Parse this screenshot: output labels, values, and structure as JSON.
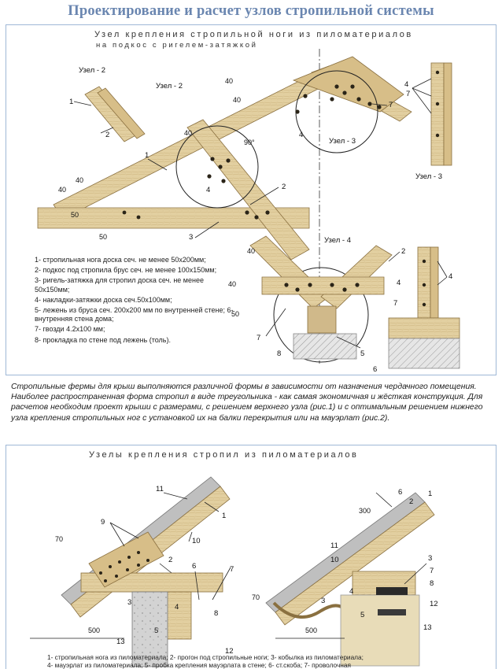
{
  "page_title": "Проектирование и расчет узлов стропильной системы",
  "top_panel": {
    "heading_line1": "Узел крепления стропильной ноги из пиломатериалов",
    "heading_line2": "на подкос с ригелем-затяжкой",
    "node_labels": [
      "Узел - 2",
      "Узел - 2",
      "Узел - 3",
      "Узел - 3",
      "Узел - 4"
    ],
    "dimensions": [
      "40",
      "40",
      "40",
      "40",
      "50",
      "50",
      "40",
      "40",
      "40",
      "50",
      "90°"
    ],
    "callout_numbers": [
      "1",
      "2",
      "3",
      "4",
      "5",
      "6",
      "7",
      "8"
    ],
    "legend": [
      "1- стропильная нога доска сеч. не менее 50х200мм;",
      "2- подкос под стропила брус сеч. не менее 100х150мм;",
      "3- ригель-затяжка для стропил доска сеч. не менее 50х150мм;",
      "4- накладки-затяжки доска сеч.50х100мм;",
      "5- лежень из бруса сеч. 200х200 мм по внутренней стене; 6- внутренняя стена дома;",
      "7- гвозди 4.2х100 мм;",
      "8- прокладка по стене под лежень (толь)."
    ]
  },
  "intro_text": "Стропильные фермы для крыш выполняются различной формы в зависимости от назначения чердачного помещения. Наиболее распространенная форма стропил в виде треугольника - как самая экономичная и жёсткая конструкция. Для расчетов необходим проект крыши с размерами, с решением верхнего узла (рис.1) и с оптимальным решением нижнего узла крепления стропильных ног с установкой их на балки перекрытия или на мауэрлат (рис.2).",
  "bottom_panel": {
    "heading": "Узелы крепления стропил из пиломатериалов",
    "dimensions": [
      "70",
      "500",
      "300",
      "70",
      "500"
    ],
    "callout_numbers": [
      "1",
      "2",
      "3",
      "4",
      "5",
      "6",
      "7",
      "8",
      "9",
      "10",
      "11",
      "12",
      "13"
    ],
    "legend_line1": "1- стропильная нога из пиломатериала;  2- прогон под стропильные ноги;  3- кобылка из пиломатериала;",
    "legend_line2": "4- мауэрлат из пиломатериала;  5- пробка крепления мауэрлата в стене;  6- ст.скоба;  7- проволочная"
  },
  "colors": {
    "title": "#6a86b0",
    "panel_border": "#9fb8d6",
    "wood": "#e2cfa0",
    "wood_dark": "#c9b07a",
    "wall": "#d8d8d8",
    "bolt": "#2a2418"
  }
}
